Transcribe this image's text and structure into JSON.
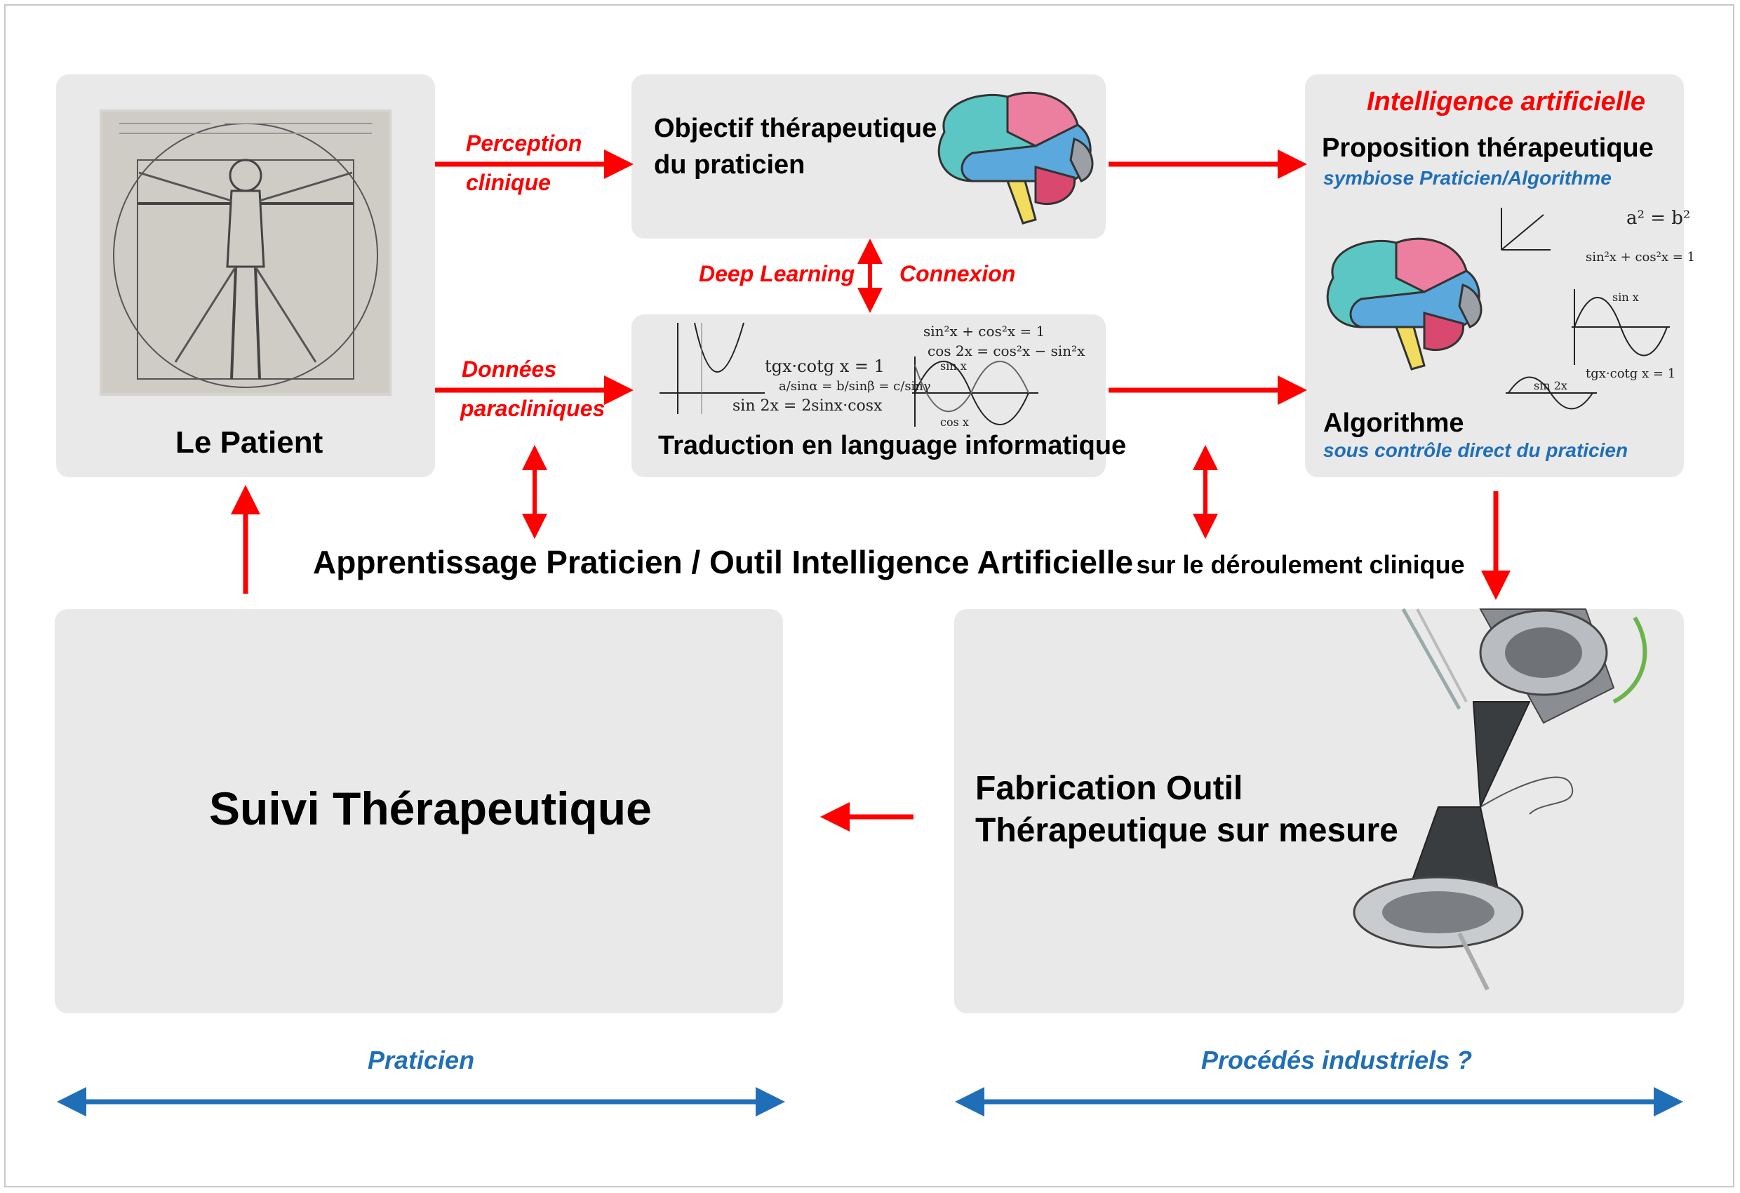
{
  "colors": {
    "arrow_red": "#ff0000",
    "arrow_blue": "#1f6fb8",
    "box_bg": "#e9e9e9",
    "text_black": "#000000"
  },
  "patient": {
    "label": "Le Patient"
  },
  "perception": {
    "line1": "Perception",
    "line2": "clinique"
  },
  "donnees": {
    "line1": "Données",
    "line2": "paracliniques"
  },
  "objectif": {
    "line1": "Objectif thérapeutique",
    "line2": "du praticien"
  },
  "deep_learning": "Deep Learning",
  "connexion": "Connexion",
  "traduction": {
    "label": "Traduction en language informatique"
  },
  "ia": {
    "title": "Intelligence artificielle",
    "proposition": "Proposition thérapeutique",
    "symbiose": "symbiose Praticien/Algorithme",
    "algorithme": "Algorithme",
    "controle": "sous contrôle direct du praticien"
  },
  "apprentissage": {
    "main": "Apprentissage Praticien / Outil Intelligence Artificielle",
    "suffix": "sur le déroulement clinique"
  },
  "suivi": {
    "label": "Suivi Thérapeutique"
  },
  "fabrication": {
    "line1": "Fabrication Outil",
    "line2": "Thérapeutique sur mesure"
  },
  "bottom": {
    "praticien": "Praticien",
    "procedes": "Procédés industriels ?"
  },
  "math": {
    "e1": "tgx·cotg x = 1",
    "e2": "sin²x + cos²x = 1",
    "e3": "cos 2x = cos²x − sin²x",
    "e4": "sin 2x = 2sinx·cosx",
    "e5": "a/sinα = b/sinβ = c/sinγ",
    "e6": "a² = b²",
    "e7": "sin 2x",
    "e8": "sin x",
    "e9": "cos x"
  }
}
